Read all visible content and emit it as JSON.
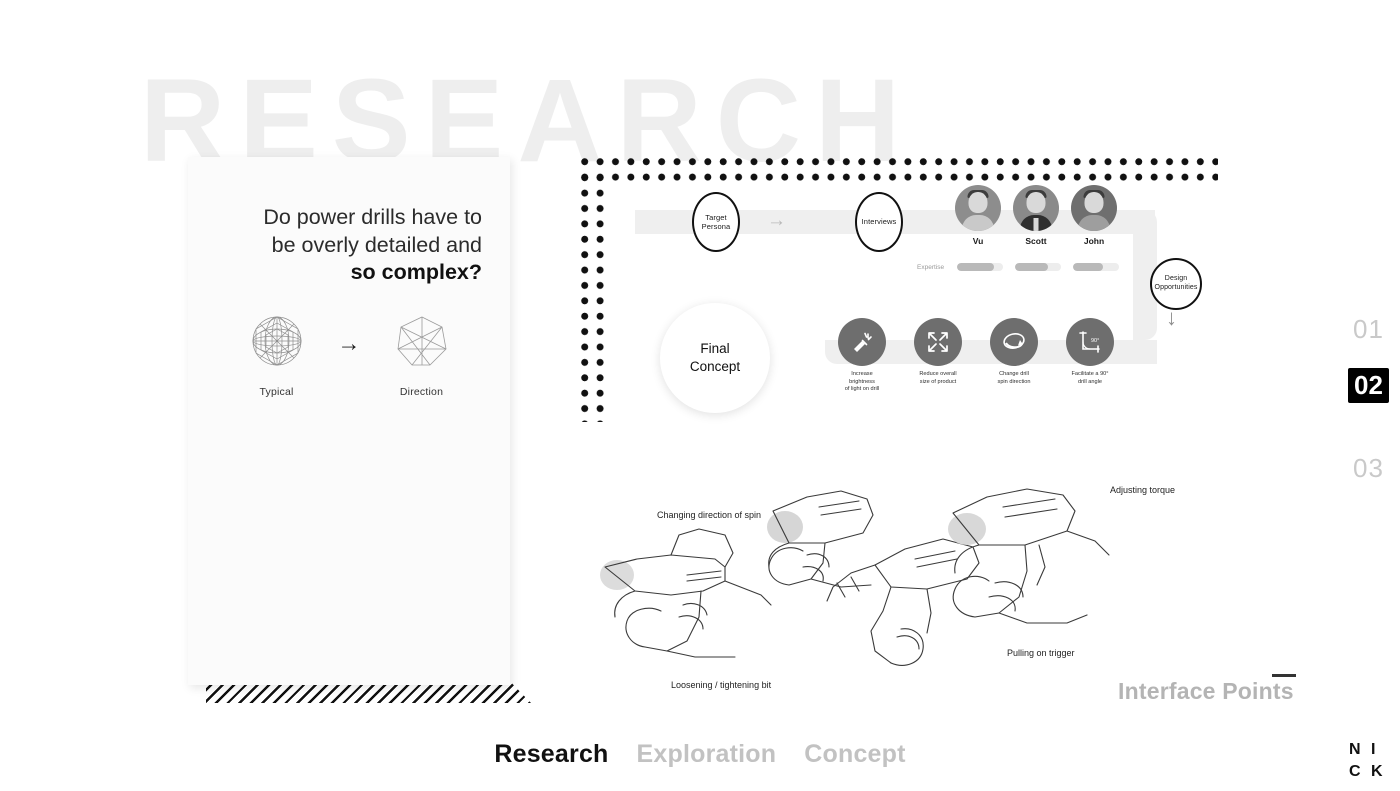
{
  "page": {
    "watermark": "RESEARCH",
    "section_title": "Interface Points"
  },
  "card": {
    "question_line1": "Do power drills have to",
    "question_line2": "be overly detailed and",
    "question_emphasis": "so complex?",
    "shapes": [
      {
        "caption": "Typical",
        "icon": "complex-polyhedron-icon"
      },
      {
        "caption": "Direction",
        "icon": "simple-polygon-icon"
      }
    ],
    "arrow": "→"
  },
  "flow": {
    "nodes": [
      {
        "label": "Target\nPersona",
        "line1": "Target",
        "line2": "Persona"
      },
      {
        "label": "Interviews",
        "line1": "Interviews",
        "line2": ""
      },
      {
        "label": "Design Opportunities",
        "line1": "Design",
        "line2": "Opportunities"
      }
    ],
    "arrow_right": "→",
    "arrow_down": "↓",
    "expertise_label": "Expertise",
    "personas": [
      {
        "name": "Vu",
        "expertise": 80
      },
      {
        "name": "Scott",
        "expertise": 72
      },
      {
        "name": "John",
        "expertise": 66
      }
    ],
    "opportunities": [
      {
        "icon": "flashlight-icon",
        "line1": "Increase brightness",
        "line2": "of light on drill"
      },
      {
        "icon": "shrink-arrows-icon",
        "line1": "Reduce overall",
        "line2": "size of product"
      },
      {
        "icon": "rotation-loop-icon",
        "line1": "Change drill",
        "line2": "spin direction"
      },
      {
        "icon": "right-angle-icon",
        "line1": "Facilitate a 90°",
        "line2": "drill angle"
      }
    ]
  },
  "final_concept": {
    "line1": "Final",
    "line2": "Concept"
  },
  "sketches": {
    "labels": [
      "Changing direction of spin",
      "Loosening / tightening bit",
      "Adjusting torque",
      "Pulling on trigger"
    ]
  },
  "nav": {
    "items": [
      {
        "label": "Research",
        "active": true
      },
      {
        "label": "Exploration",
        "active": false
      },
      {
        "label": "Concept",
        "active": false
      }
    ]
  },
  "pager": {
    "items": [
      {
        "label": "01",
        "active": false
      },
      {
        "label": "02",
        "active": true
      },
      {
        "label": "03",
        "active": false
      }
    ]
  },
  "logo": {
    "line1": "N I",
    "line2": "C K"
  }
}
